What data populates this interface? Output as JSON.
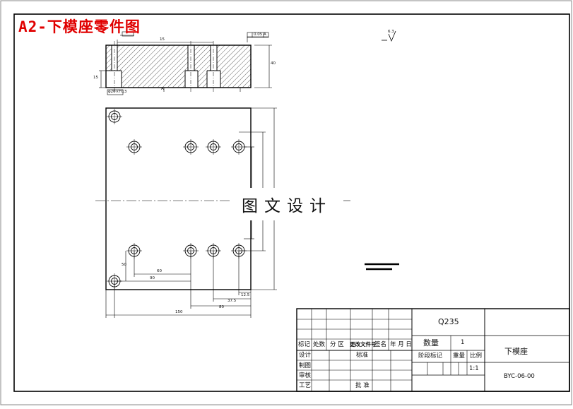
{
  "sheet_title": "A2-下模座零件图",
  "watermark": "图文设计",
  "front_view": {
    "dims": {
      "top_small": "15",
      "tol_frame": "0.05 A",
      "left_depth": "15",
      "right_height": "40",
      "bottom_callout": "φ20×H13",
      "datum": "A"
    }
  },
  "surface_finish": "6.3",
  "plan_view": {
    "dims": {
      "d50_vert": "50",
      "d60": "60",
      "d90": "90",
      "d12_5": "12.5",
      "d37_5": "37.5",
      "d80": "80",
      "d150": "150"
    }
  },
  "title_block": {
    "material": "Q235",
    "qty_label": "数量",
    "qty_value": "1",
    "part_name": "下模座",
    "drawing_no": "BYC-06-00",
    "scale_value": "1:1",
    "rev_headers": [
      "标记",
      "处数",
      "分 区",
      "更改文件号",
      "签名",
      "年 月 日"
    ],
    "roles": [
      "设计",
      "制图",
      "审核",
      "工艺"
    ],
    "std_label": "标准",
    "approve_label": "批 准",
    "stage_label": "阶段标记",
    "weight_label": "重量",
    "scale_label": "比例"
  }
}
